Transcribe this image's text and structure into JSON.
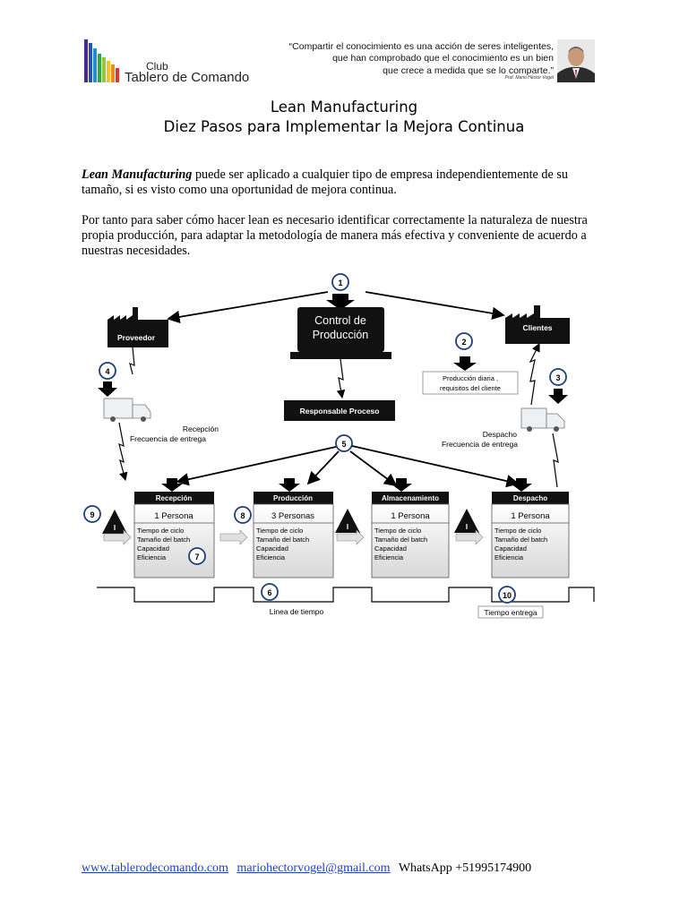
{
  "header": {
    "logo_small": "Club",
    "logo_main": "Tablero de Comando",
    "quote_lines": [
      "“Compartir el conocimiento es una acción de seres inteligentes,",
      "que han comprobado que el conocimiento es un bien",
      "que crece a medida que se lo comparte.”"
    ],
    "quote_author": "Prof. Mario Héctor Vogel"
  },
  "title": {
    "line1": "Lean Manufacturing",
    "line2": "Diez Pasos para Implementar la Mejora Continua"
  },
  "body": {
    "p1_em": "Lean Manufacturing",
    "p1_rest": " puede ser aplicado a cualquier tipo de empresa independientemente de su tamaño, si es visto como una oportunidad de mejora continua.",
    "p2": "Por tanto para saber cómo hacer lean es necesario identificar correctamente la naturaleza de nuestra propia producción,  para adaptar la metodología de manera más efectiva y conveniente de acuerdo a nuestras necesidades."
  },
  "diagram": {
    "control": [
      "Control de",
      "Producción"
    ],
    "proveedor": "Proveedor",
    "clientes": "Clientes",
    "responsable": "Responsable Proceso",
    "produccion_diaria": [
      "Producción diaria ,",
      "requisitos del cliente"
    ],
    "recepcion_note": [
      "Recepción",
      "Frecuencia de entrega"
    ],
    "despacho_note": [
      "Despacho",
      "Frecuencia de entrega"
    ],
    "steps": [
      "1",
      "2",
      "3",
      "4",
      "5",
      "6",
      "7",
      "8",
      "9",
      "10"
    ],
    "inventory_mark": "I",
    "metrics": [
      "Tiempo de ciclo",
      "Tamaño del batch",
      "Capacidad",
      "Eficiencia"
    ],
    "processes": [
      {
        "name": "Recepción",
        "people": "1 Persona"
      },
      {
        "name": "Producción",
        "people": "3 Personas"
      },
      {
        "name": "Almacenamiento",
        "people": "1 Persona"
      },
      {
        "name": "Despacho",
        "people": "1 Persona"
      }
    ],
    "timeline_label": "Linea de tiempo",
    "delivery_label": "Tiempo entrega"
  },
  "footer": {
    "website": "www.tablerodecomando.com",
    "email": "mariohectorvogel@gmail.com",
    "whatsapp": "WhatsApp +51995174900"
  },
  "colors": {
    "box_dark": "#111111",
    "link": "#1f3ec8",
    "arrow_gray": "#e0e0e0"
  }
}
